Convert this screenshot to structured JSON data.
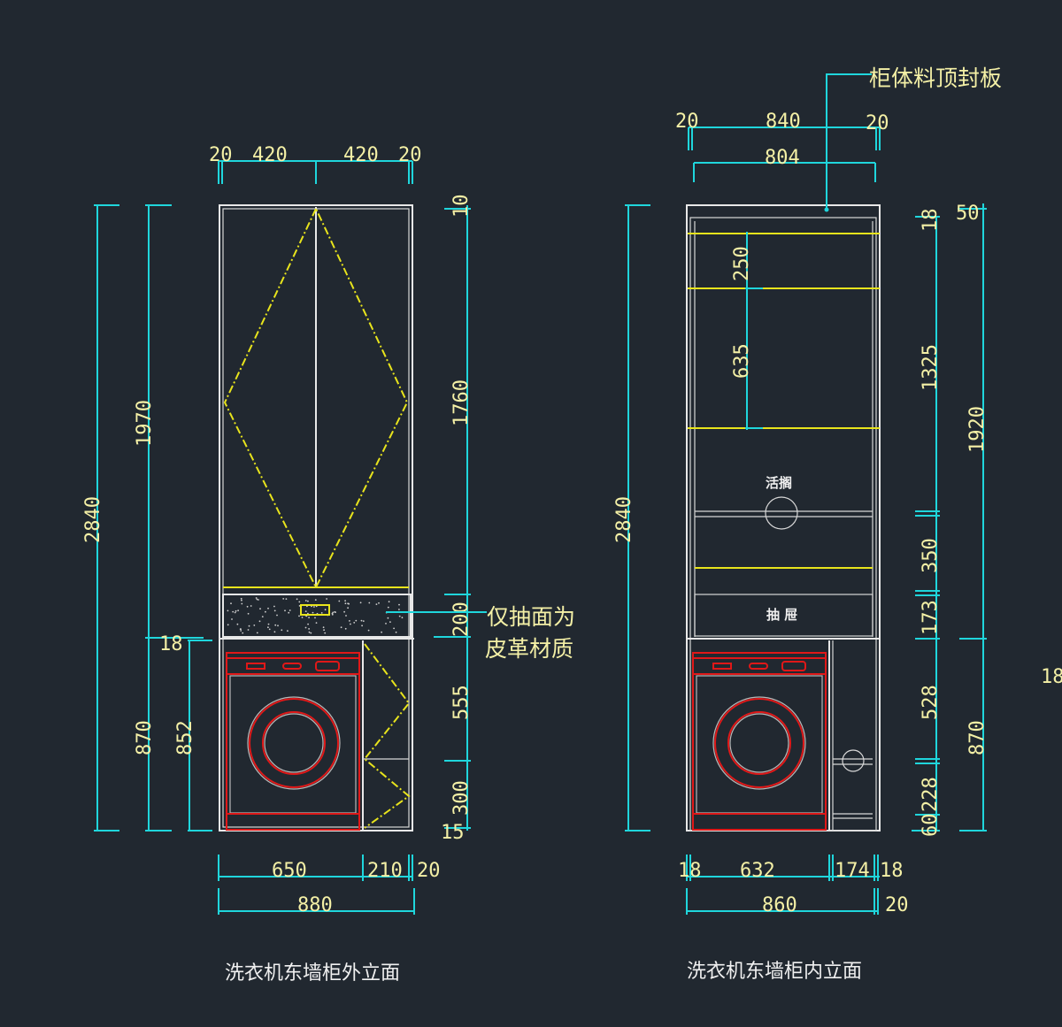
{
  "drawing": {
    "background": "#212830",
    "colors": {
      "dimension": "#1fd6dc",
      "text": "#f4f0a6",
      "outline": "#e8e8e8",
      "hatch": "#e8e41c",
      "appliance": "#e01818"
    }
  },
  "left_elevation": {
    "caption": "洗衣机东墙柜外立面",
    "note": {
      "line1": "仅抽面为",
      "line2": "皮革材质"
    },
    "top_dims": [
      "20",
      "420",
      "420",
      "20"
    ],
    "bottom_dims": {
      "row1": [
        "650",
        "210",
        "20"
      ],
      "overall": "880"
    },
    "left_dims": {
      "total": "2840",
      "upper": "1970",
      "lower": "870",
      "gap": "18",
      "machine": "852"
    },
    "right_dims": [
      "10",
      "1760",
      "200",
      "555",
      "300",
      "15"
    ]
  },
  "right_elevation": {
    "caption": "洗衣机东墙柜内立面",
    "leader_note": "柜体料顶封板",
    "top_dims": {
      "row1": [
        "20",
        "840",
        "20"
      ],
      "inner": "804"
    },
    "bottom_dims": {
      "row1": [
        "18",
        "632",
        "174",
        "18"
      ],
      "overall": "860",
      "side": "20"
    },
    "left_dims": {
      "total": "2840"
    },
    "inner_dims": [
      "250",
      "635"
    ],
    "labels": {
      "shelf": "活搁",
      "drawer": "抽 屉"
    },
    "right_dims_inner": [
      "18",
      "1325",
      "350",
      "173",
      "528",
      "228",
      "60"
    ],
    "right_dims_outer": [
      "50",
      "1920",
      "870"
    ],
    "stray_label": "18"
  }
}
